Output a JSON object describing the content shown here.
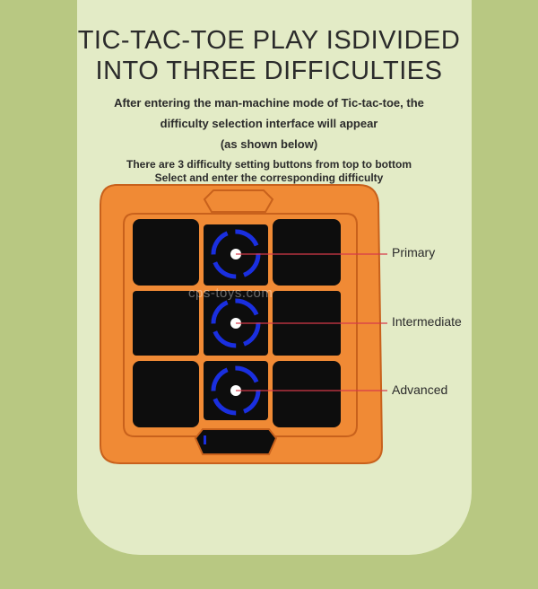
{
  "heading": {
    "line1": "TIC-TAC-TOE PLAY ISDIVIDED",
    "line2": "INTO THREE DIFFICULTIES"
  },
  "description": {
    "line1": "After entering the man-machine mode of Tic-tac-toe, the",
    "line2": "difficulty selection interface will appear",
    "line3": "(as shown below)",
    "line4": "There are 3 difficulty setting buttons from top to bottom",
    "line5": "Select and enter the corresponding difficulty"
  },
  "buttons": [
    {
      "label": "Primary"
    },
    {
      "label": "Intermediate"
    },
    {
      "label": "Advanced"
    }
  ],
  "watermark": "cps-toys.com",
  "colors": {
    "background": "#b8c882",
    "panel": "#e3ebc6",
    "device_body": "#f08a35",
    "device_border": "#c8611c",
    "cell": "#0d0d0d",
    "ring": "#1a2fe0",
    "leader_line": "#d63a4a"
  }
}
